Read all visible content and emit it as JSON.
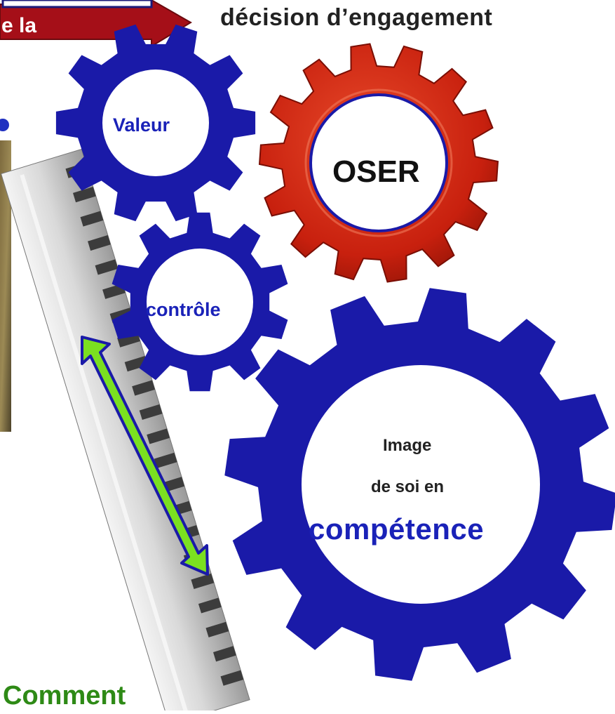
{
  "title": "décision d’engagement",
  "banner": {
    "text": "e la"
  },
  "gears": {
    "valeur": {
      "label": "Valeur"
    },
    "oser": {
      "label": "OSER"
    },
    "controle": {
      "label": "contrôle"
    },
    "competence": {
      "line1": "Image",
      "line2": "de soi en",
      "line3": "compétence"
    }
  },
  "footer": {
    "text": "Comment"
  },
  "colors": {
    "gear_blue": "#1a1aa8",
    "gear_red": "#c8200e",
    "banner_red": "#a50f18",
    "arrow_green": "#7be020",
    "footer_green": "#2e8a16"
  }
}
